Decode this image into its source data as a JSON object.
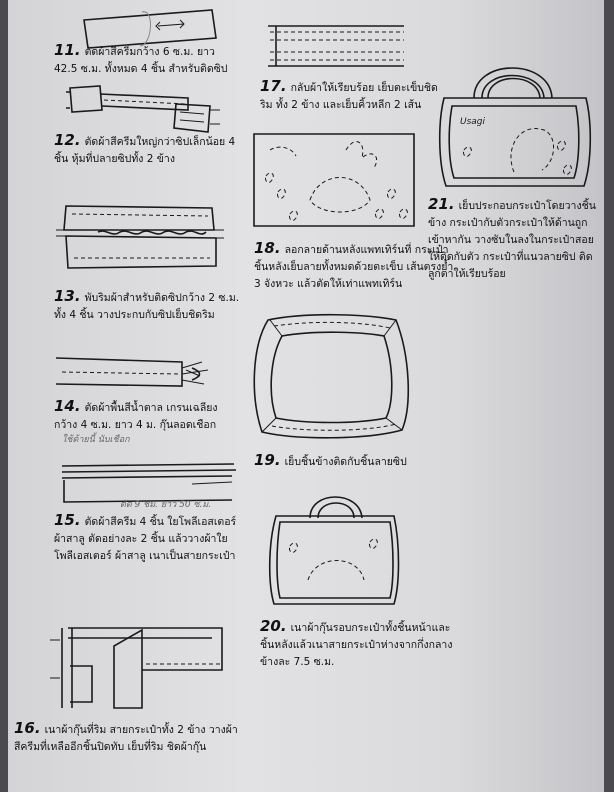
{
  "steps": [
    {
      "num": "11.",
      "text": "ตัดผ้าสีครีมกว้าง 6 ซ.ม. ยาว 42.5 ซ.ม. ทั้งหมด 4 ชิ้น สำหรับติดซิป"
    },
    {
      "num": "12.",
      "text": "ตัดผ้าสีครีมใหญ่กว่าซิปเล็กน้อย 4 ชิ้น หุ้มที่ปลายซิปทั้ง 2 ข้าง"
    },
    {
      "num": "13.",
      "text": "พับริมผ้าสำหรับติดซิปกว้าง 2 ซ.ม. ทั้ง 4 ชิ้น วางประกบกับซิปเย็บชิดริม"
    },
    {
      "num": "14.",
      "text": "ตัดผ้าพื้นสีน้ำตาล เกรนเฉลียง กว้าง 4 ซ.ม. ยาว 4 ม. กุ๊นลอดเชือก"
    },
    {
      "num": "15.",
      "text": "ตัดผ้าสีครีม 4 ชิ้น ใยโพลีเอสเตอร์ ผ้าสาลู ตัดอย่างละ 2 ชิ้น แล้ววางผ้าใยโพลีเอสเตอร์ ผ้าสาลู เนาเป็นสายกระเป๋า"
    },
    {
      "num": "16.",
      "text": "เนาผ้ากุ๊นที่ริม สายกระเป๋าทั้ง 2 ข้าง วางผ้าสีครีมที่เหลืออีกชิ้นปิดทับ เย็บที่ริม ชิดผ้ากุ๊น"
    },
    {
      "num": "17.",
      "text": "กลับผ้าให้เรียบร้อย เย็บตะเข็บชิดริม ทั้ง 2 ข้าง และเย็บคิ้วหลีก 2 เส้น"
    },
    {
      "num": "18.",
      "text": "ลอกลายด้านหลังแพทเทิร์นที่ กระเป๋าชิ้นหลังเย็บลายทั้งหมดด้วยตะเข็บ เส้นตรงย้ำ 3 จังหวะ แล้วตัดให้เท่าแพทเทิร์น"
    },
    {
      "num": "19.",
      "text": "เย็บชิ้นข้างติดกับชิ้นลายซิป"
    },
    {
      "num": "20.",
      "text": "เนาผ้ากุ๊นรอบกระเป๋าทั้งชิ้นหน้าและ ชิ้นหลังแล้วเนาสายกระเป๋าห่างจากกึ่งกลาง ข้างละ 7.5 ซ.ม."
    },
    {
      "num": "21.",
      "text": "เย็บประกอบกระเป๋าโดยวางชิ้นข้าง กระเป๋ากับตัวกระเป๋าให้ด้านถูกเข้าหากัน วางซับในลงในกระเป๋าสอยให้ติดกับตัว กระเป๋าที่แนวลายซิป ติดลูกตาให้เรียบร้อย"
    }
  ],
  "notes": {
    "n14": "ใช้ด้ายนี้ นับเชือก",
    "n15": "ตัด 9 ชม. ยาว 50 ซ.ม."
  },
  "bag_label": "Usagi"
}
